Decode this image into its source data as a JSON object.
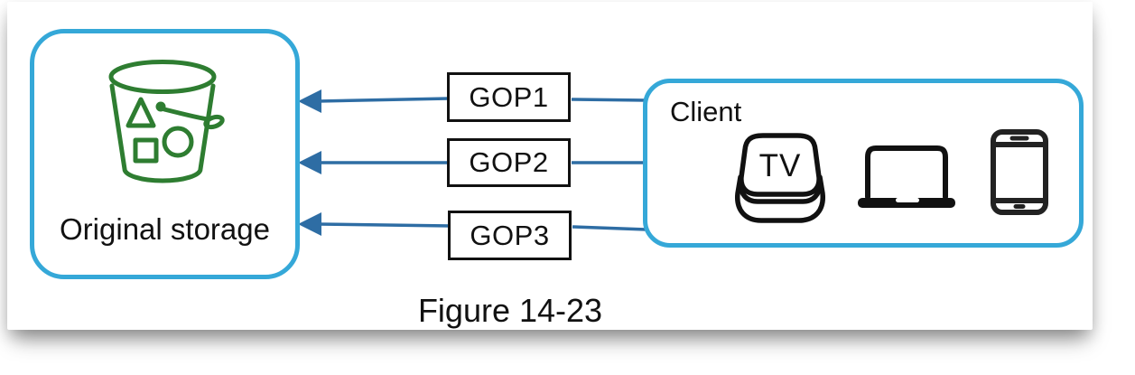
{
  "figure": {
    "caption": "Figure 14-23"
  },
  "storage": {
    "label": "Original storage",
    "icon": "s3-bucket-icon"
  },
  "gops": [
    {
      "label": "GOP1"
    },
    {
      "label": "GOP2"
    },
    {
      "label": "GOP3"
    }
  ],
  "client": {
    "label": "Client",
    "devices": [
      {
        "icon": "apple-tv-icon",
        "text": "TV"
      },
      {
        "icon": "laptop-icon"
      },
      {
        "icon": "smartphone-icon"
      }
    ]
  },
  "colors": {
    "accent": "#35A8D8",
    "arrow": "#2E6DA4",
    "bucket": "#2E7D31",
    "ink": "#111111"
  }
}
